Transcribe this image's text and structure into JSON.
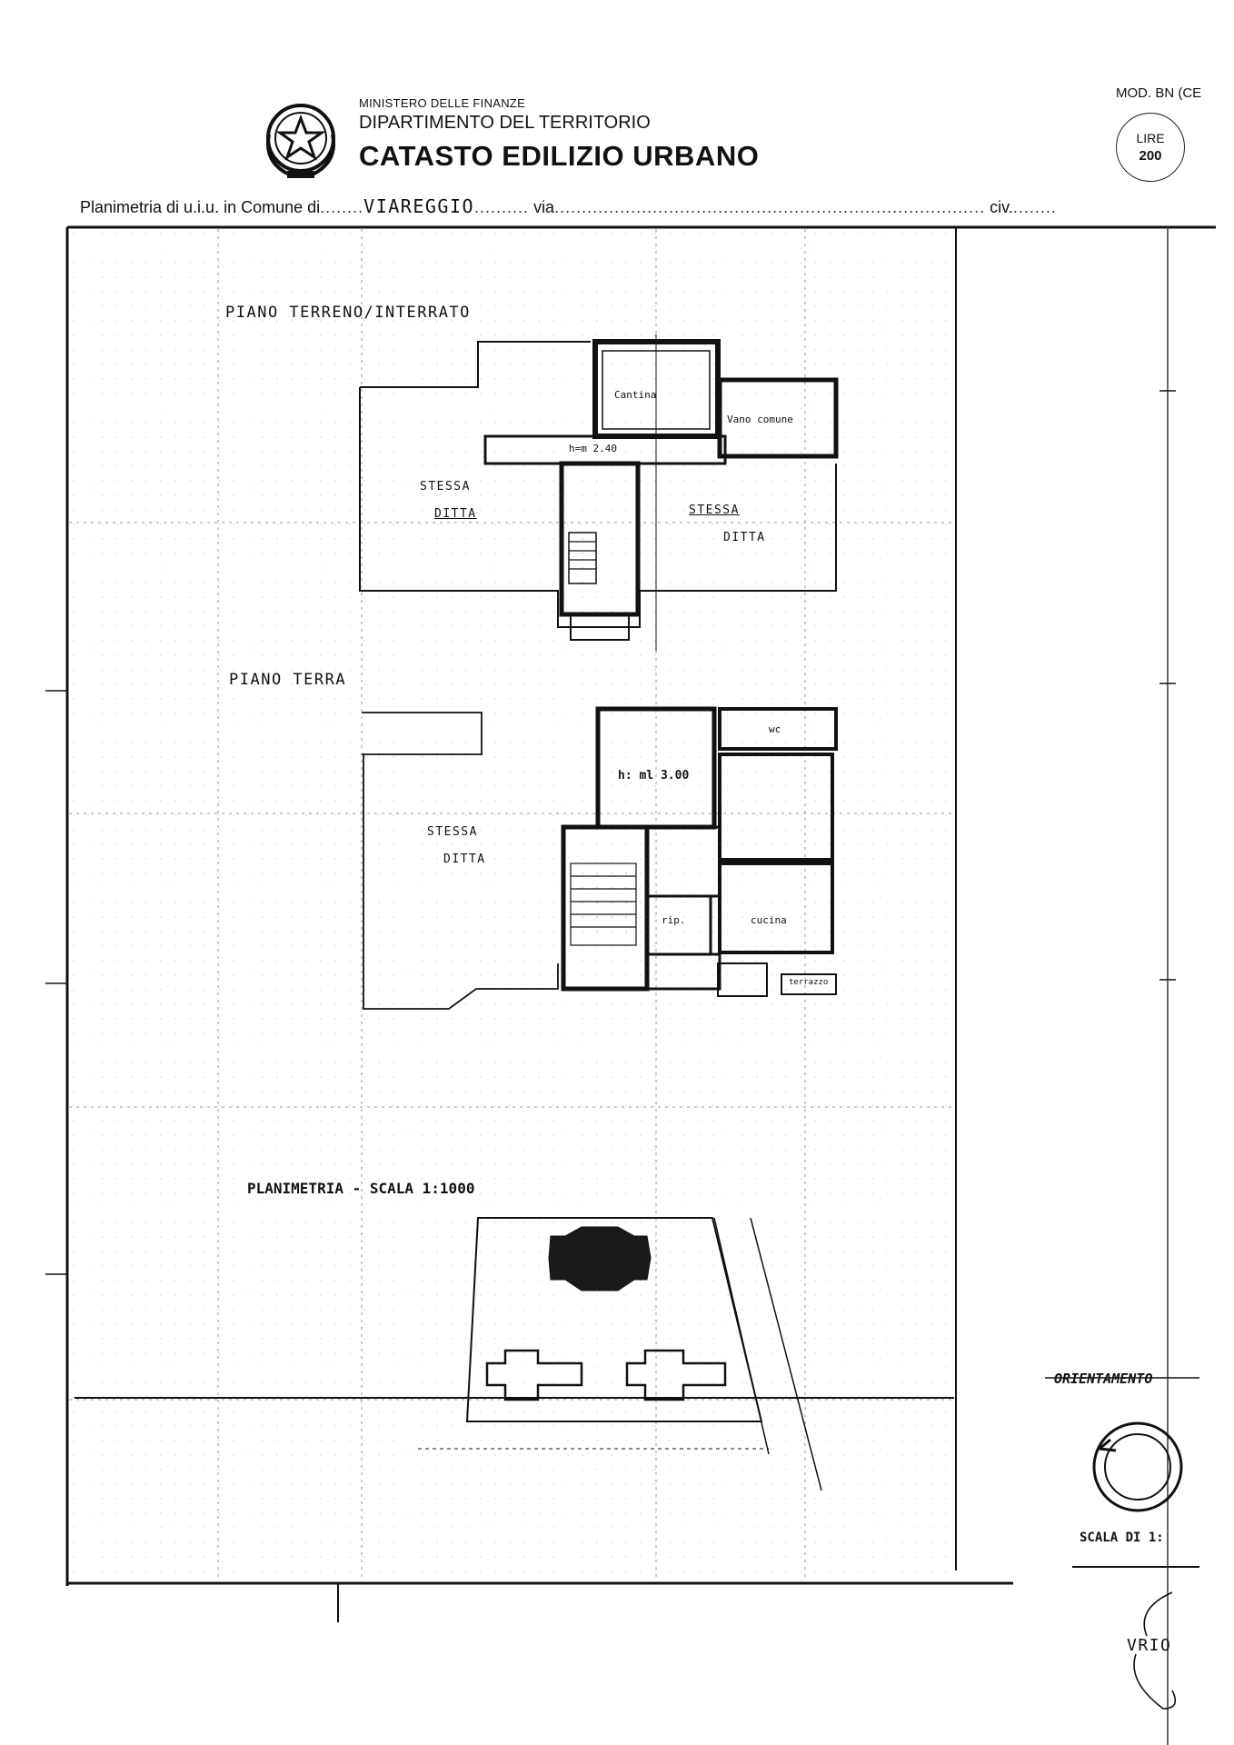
{
  "header": {
    "ministry": "MINISTERO DELLE FINANZE",
    "department": "DIPARTIMENTO DEL TERRITORIO",
    "registry": "CATASTO EDILIZIO URBANO",
    "model_code": "MOD. BN (CE",
    "stamp_top": "LIRE",
    "stamp_value": "200"
  },
  "subtitle": {
    "prefix": "Planimetria di u.i.u. in Comune di",
    "comune": "VIAREGGIO",
    "via_label": "via",
    "civ_label": "civ."
  },
  "plan_upper": {
    "title": "PIANO TERRENO/INTERRATO",
    "room_cantina": "Cantina",
    "room_vano_comune": "Vano comune",
    "room_corridor": "h=m 2.40",
    "left_label_1": "STESSA",
    "left_label_2": "DITTA",
    "right_label_1": "STESSA",
    "right_label_2": "DITTA"
  },
  "plan_lower": {
    "title": "PIANO TERRA",
    "height_note": "h: ml 3.00",
    "left_label_1": "STESSA",
    "left_label_2": "DITTA",
    "room_cucina": "cucina",
    "room_wc": "wc",
    "room_rip": "rip.",
    "room_terrazzo": "terrazzo"
  },
  "site_plan": {
    "title": "PLANIMETRIA - SCALA 1:1000"
  },
  "side": {
    "orientation": "ORIENTAMENTO",
    "scale": "SCALA DI 1:",
    "signature": "VRIO"
  },
  "colors": {
    "ink": "#111111",
    "grid": "#9a9a9a",
    "fill": "#1a1a1a"
  },
  "icons": [
    "emblem-icon",
    "compass-icon"
  ]
}
